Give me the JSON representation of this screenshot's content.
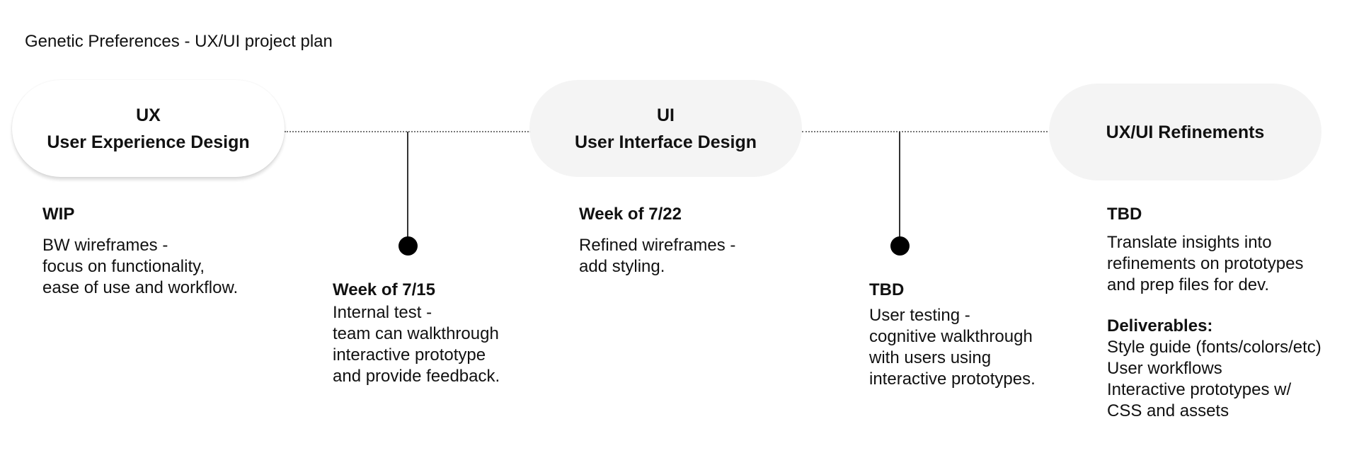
{
  "title": "Genetic Preferences - UX/UI project plan",
  "phases": [
    {
      "line1": "UX",
      "line2": "User Experience Design"
    },
    {
      "line1": "UI",
      "line2": "User Interface Design"
    },
    {
      "line1": "UX/UI Refinements"
    }
  ],
  "phase_details": [
    {
      "status": "WIP",
      "lines": [
        "BW wireframes -",
        "focus on functionality,",
        "ease of use and workflow."
      ]
    },
    {
      "status": "Week of 7/22",
      "lines": [
        "Refined wireframes -",
        "add styling."
      ]
    },
    {
      "status": "TBD",
      "lines": [
        "Translate insights into",
        "refinements on prototypes",
        "and prep files for dev."
      ],
      "deliverables_heading": "Deliverables:",
      "deliverables": [
        "Style guide (fonts/colors/etc)",
        "User workflows",
        "Interactive prototypes w/",
        "CSS and assets"
      ]
    }
  ],
  "milestones": [
    {
      "date": "Week of 7/15",
      "lines": [
        "Internal test -",
        "team can walkthrough",
        "interactive prototype",
        "and provide feedback."
      ]
    },
    {
      "date": "TBD",
      "lines": [
        "User testing -",
        "cognitive walkthrough",
        "with users using",
        "interactive prototypes."
      ]
    }
  ]
}
